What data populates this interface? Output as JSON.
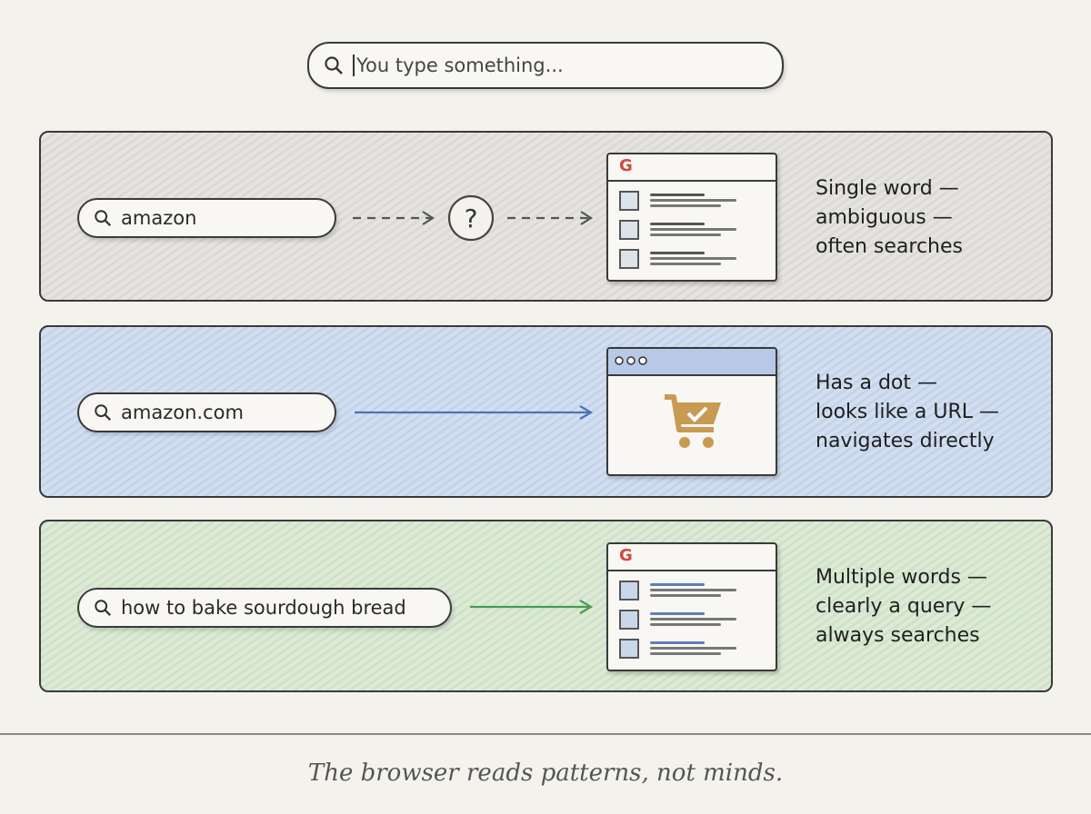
{
  "top_search": {
    "placeholder": "You type something..."
  },
  "rows": [
    {
      "input": "amazon",
      "result": "search-results",
      "lines": [
        "Single word —",
        "ambiguous —",
        "often searches"
      ]
    },
    {
      "input": "amazon.com",
      "result": "website",
      "lines": [
        "Has a dot —",
        "looks like a URL —",
        "navigates directly"
      ]
    },
    {
      "input": "how to bake sourdough bread",
      "result": "search-results",
      "lines": [
        "Multiple words —",
        "clearly a query —",
        "always searches"
      ]
    }
  ],
  "colors": {
    "neutral": "#555555",
    "url": "#4a74b8",
    "query": "#4a9a55",
    "cart": "#c89a52"
  },
  "caption": "The browser reads patterns, not minds."
}
